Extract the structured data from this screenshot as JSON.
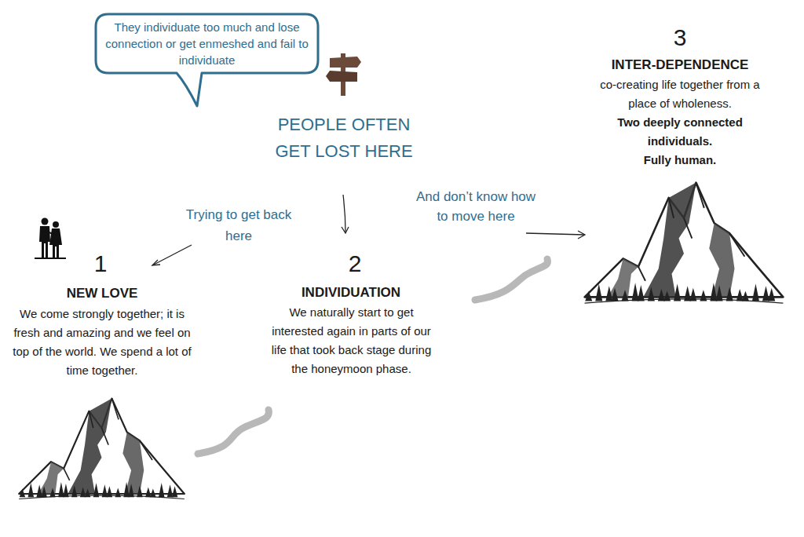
{
  "diagram": {
    "nodes": [
      {
        "text": [
          "They individuate too much and lose connection or get enmeshed and fail to individuate"
        ]
      }
    ],
    "labels": [
      "PEOPLE OFTEN GET LOST HERE",
      "Trying to get back here",
      "And don’t know how to move here",
      "1",
      "NEW LOVE",
      "We come strongly together; it is fresh and amazing and we feel on top of the world. We spend a lot of time together.",
      "2",
      "INDIVIDUATION",
      "We naturally start to get interested again in parts of our life that took back stage during the honeymoon phase.",
      "3",
      "INTER-DEPENDENCE",
      "co-creating life together from a place of wholeness.",
      "Two deeply connected individuals.",
      "Fully human."
    ]
  }
}
